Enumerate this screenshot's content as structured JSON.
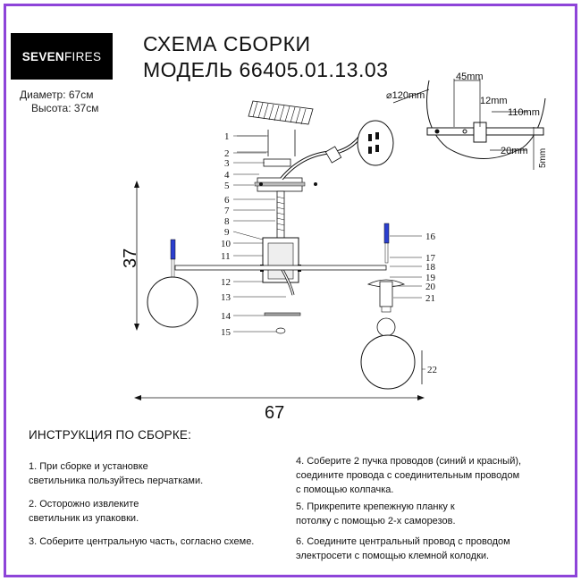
{
  "brand": {
    "logo_bold": "SEVEN",
    "logo_light": "FIRES"
  },
  "specs": {
    "diameter": "Диаметр: 67см",
    "height": "Высота: 37см"
  },
  "header": {
    "title_line1": "СХЕМА СБОРКИ",
    "title_line2": "МОДЕЛЬ 66405.01.13.03"
  },
  "diagram": {
    "part_numbers": [
      "1",
      "2",
      "3",
      "4",
      "5",
      "6",
      "7",
      "8",
      "9",
      "10",
      "11",
      "12",
      "13",
      "14",
      "15",
      "16",
      "17",
      "18",
      "19",
      "20",
      "21",
      "22"
    ],
    "overall_width": "67",
    "overall_height": "37",
    "detail_labels": {
      "diameter": "⌀120mm",
      "d45": "45mm",
      "d12": "12mm",
      "d110": "110mm",
      "d20": "20mm",
      "d5": "5mm"
    }
  },
  "instructions": {
    "heading": "ИНСТРУКЦИЯ ПО СБОРКЕ:",
    "steps": [
      {
        "id": 1,
        "lines": [
          "1. При сборке и установке",
          "светильника пользуйтесь перчатками."
        ]
      },
      {
        "id": 2,
        "lines": [
          "2. Осторожно извлеките",
          "светильник из упаковки."
        ]
      },
      {
        "id": 3,
        "lines": [
          "3. Соберите центральную часть, согласно схеме."
        ]
      },
      {
        "id": 4,
        "lines": [
          "4. Соберите 2 пучка проводов (синий и красный),",
          "соедините провода с соединительным проводом",
          "с помощью колпачка."
        ]
      },
      {
        "id": 5,
        "lines": [
          "5. Прикрепите крепежную планку к",
          "потолку с помощью 2-х саморезов."
        ]
      },
      {
        "id": 6,
        "lines": [
          "6. Соедините центральный провод с проводом",
          "электросети с помощью клемной колодки."
        ]
      }
    ]
  },
  "colors": {
    "frame": "#8e44d9",
    "logo_bg": "#000000",
    "wire_blue": "#2b3fcf"
  }
}
